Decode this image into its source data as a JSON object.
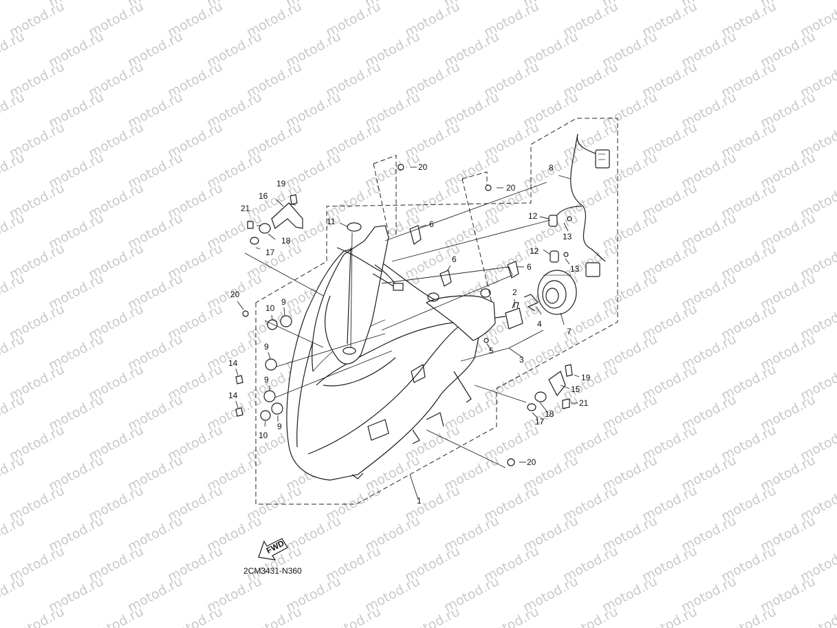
{
  "watermark": "motod.ru",
  "diagram_code": "2CM3431-N360",
  "fwd_label": "FWD",
  "callouts": [
    {
      "id": "c1",
      "label": "1"
    },
    {
      "id": "c2",
      "label": "2"
    },
    {
      "id": "c3",
      "label": "3"
    },
    {
      "id": "c4",
      "label": "4"
    },
    {
      "id": "c5",
      "label": "5"
    },
    {
      "id": "c6a",
      "label": "6"
    },
    {
      "id": "c6b",
      "label": "6"
    },
    {
      "id": "c6c",
      "label": "6"
    },
    {
      "id": "c7",
      "label": "7"
    },
    {
      "id": "c8",
      "label": "8"
    },
    {
      "id": "c9a",
      "label": "9"
    },
    {
      "id": "c9b",
      "label": "9"
    },
    {
      "id": "c9c",
      "label": "9"
    },
    {
      "id": "c9d",
      "label": "9"
    },
    {
      "id": "c10a",
      "label": "10"
    },
    {
      "id": "c10b",
      "label": "10"
    },
    {
      "id": "c11",
      "label": "11"
    },
    {
      "id": "c12a",
      "label": "12"
    },
    {
      "id": "c12b",
      "label": "12"
    },
    {
      "id": "c13a",
      "label": "13"
    },
    {
      "id": "c13b",
      "label": "13"
    },
    {
      "id": "c14a",
      "label": "14"
    },
    {
      "id": "c14b",
      "label": "14"
    },
    {
      "id": "c15",
      "label": "15"
    },
    {
      "id": "c16",
      "label": "16"
    },
    {
      "id": "c17a",
      "label": "17"
    },
    {
      "id": "c17b",
      "label": "17"
    },
    {
      "id": "c18a",
      "label": "18"
    },
    {
      "id": "c18b",
      "label": "18"
    },
    {
      "id": "c19a",
      "label": "19"
    },
    {
      "id": "c19b",
      "label": "19"
    },
    {
      "id": "c20a",
      "label": "20"
    },
    {
      "id": "c20b",
      "label": "20"
    },
    {
      "id": "c20c",
      "label": "20"
    },
    {
      "id": "c20d",
      "label": "20"
    },
    {
      "id": "c21a",
      "label": "21"
    },
    {
      "id": "c21b",
      "label": "21"
    }
  ]
}
